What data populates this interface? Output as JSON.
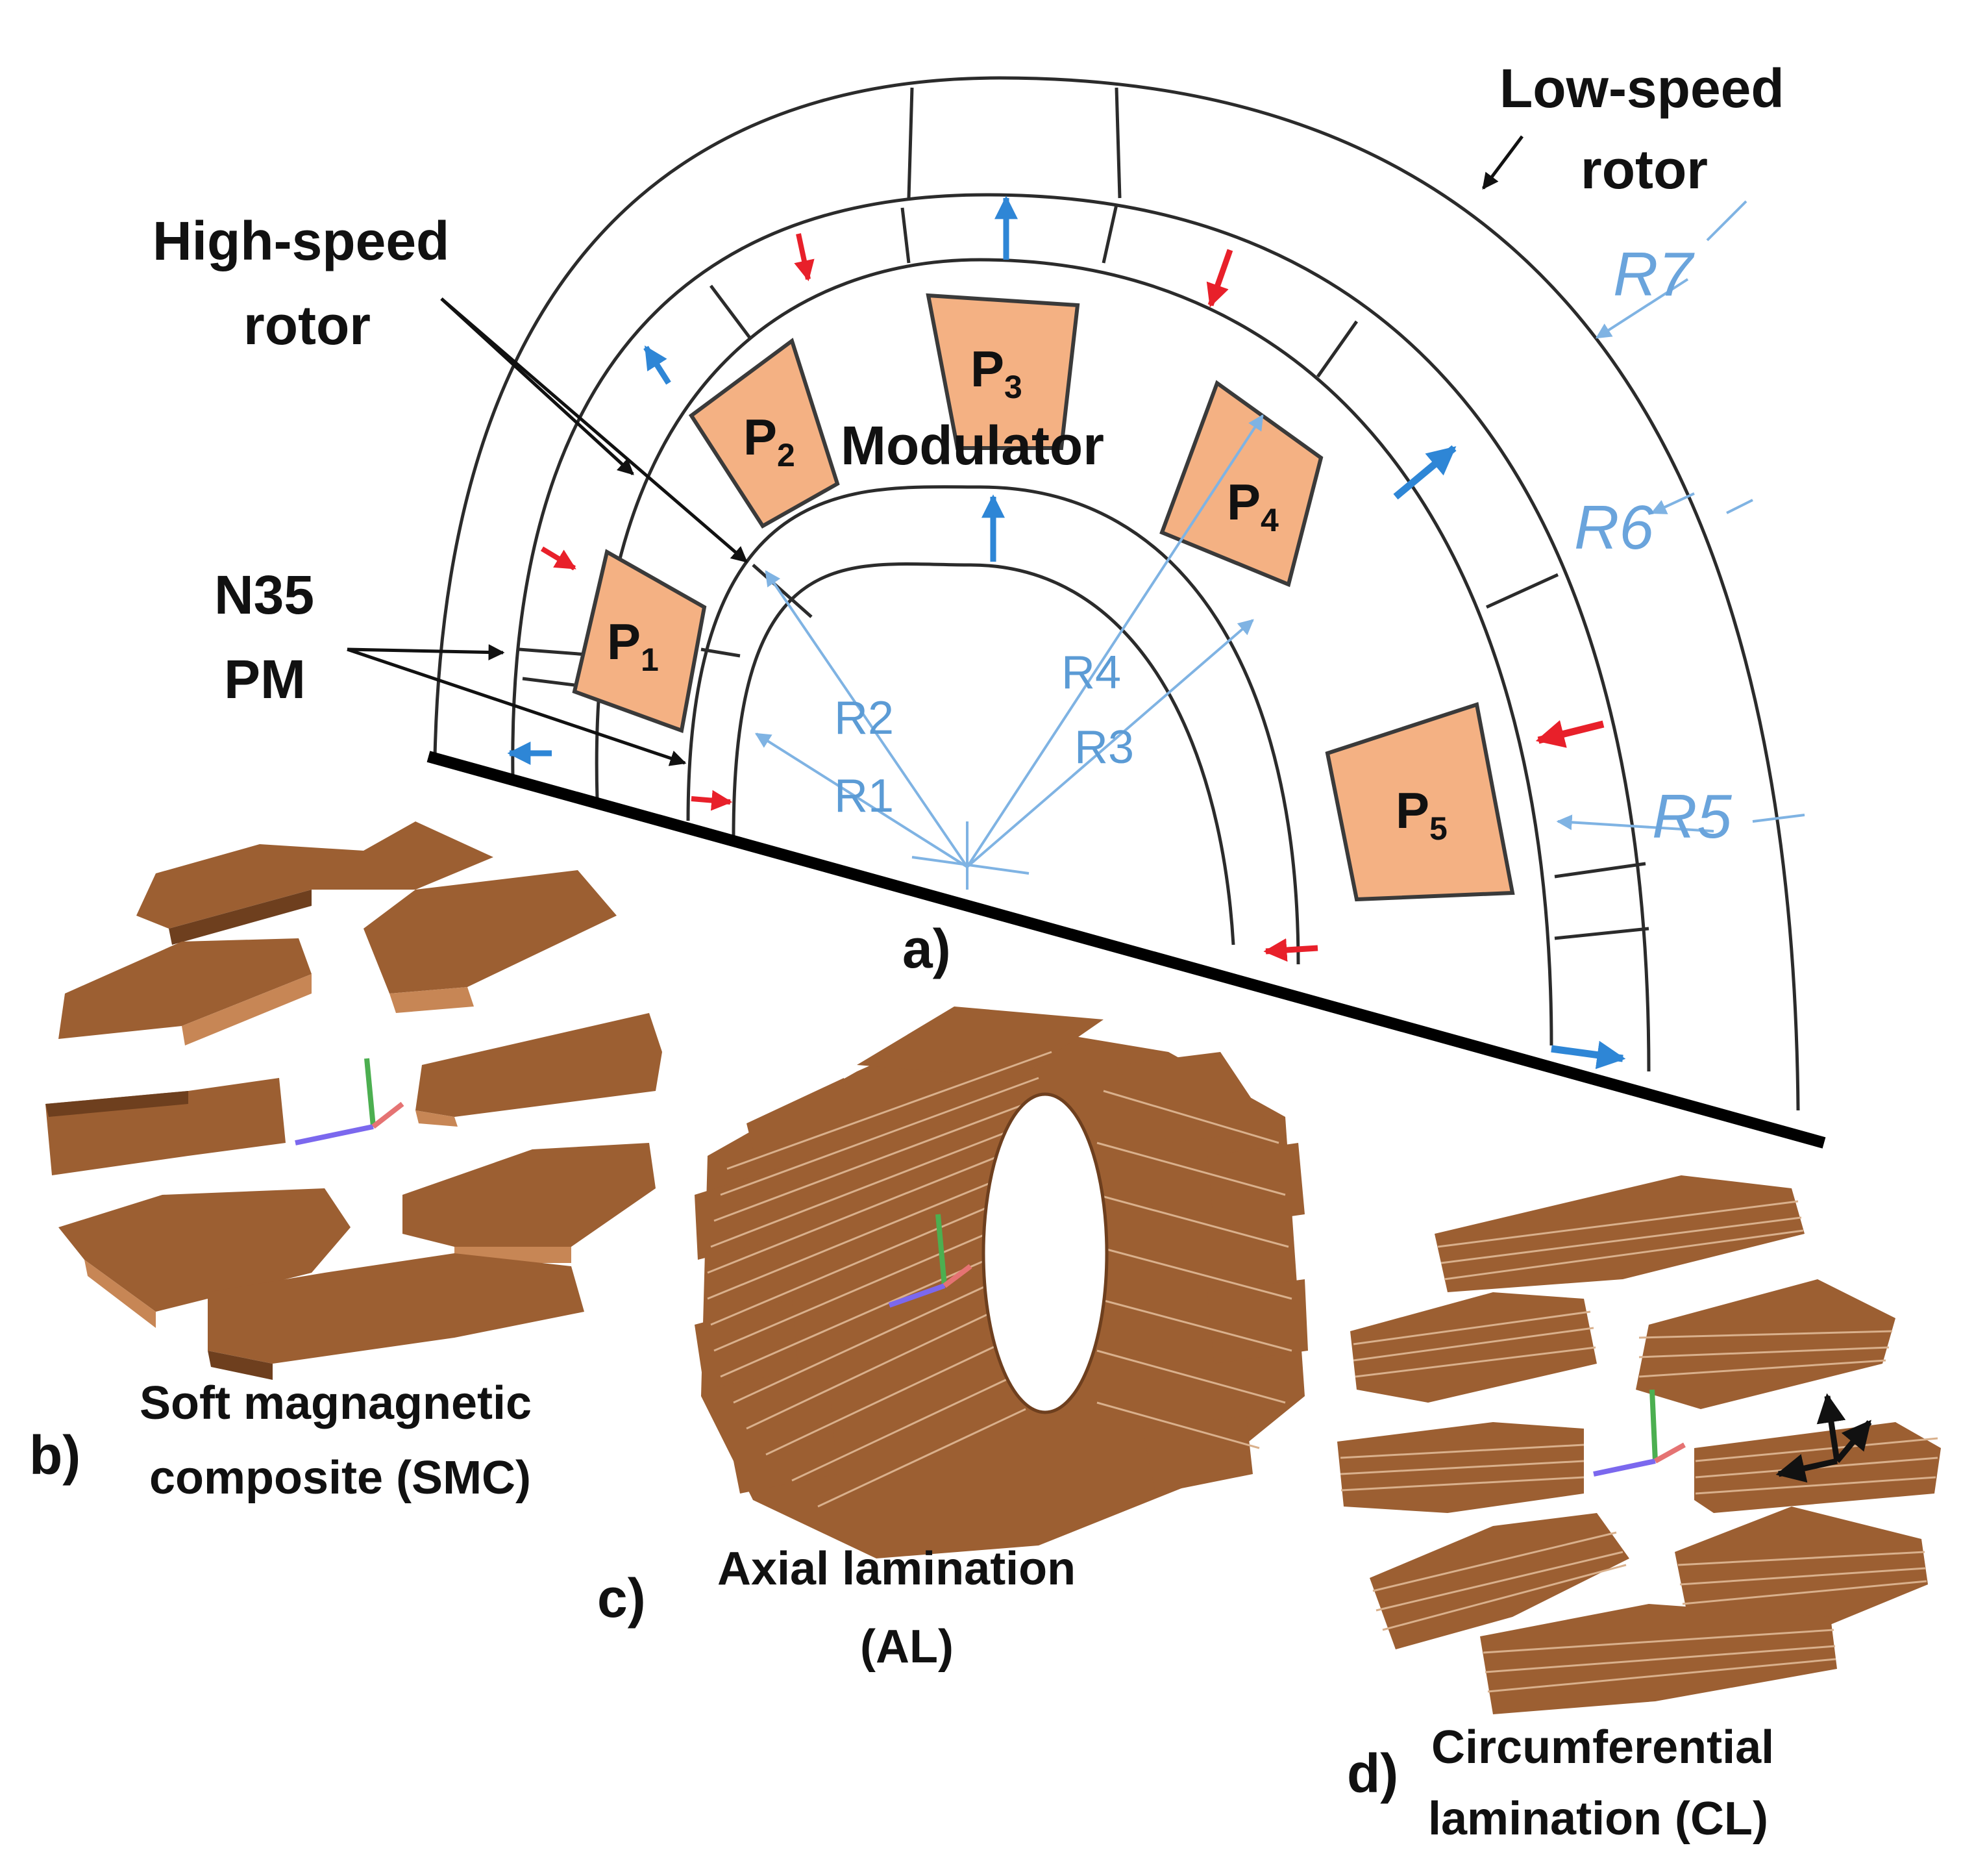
{
  "labels": {
    "low_speed_rotor_1": "Low-speed",
    "low_speed_rotor_2": "rotor",
    "high_speed_rotor_1": "High-speed",
    "high_speed_rotor_2": "rotor",
    "n35_pm_1": "N35",
    "n35_pm_2": "PM",
    "modulator": "Modulator",
    "panel_a": "a)",
    "panel_b": "b)",
    "panel_c": "c)",
    "panel_d": "d)",
    "smc_1": "Soft magnagnetic",
    "smc_2": "composite (SMC)",
    "al_1": "Axial lamination",
    "al_2": "(AL)",
    "cl_1": "Circumferential",
    "cl_2": "lamination (CL)"
  },
  "poles": [
    {
      "main": "P",
      "sub": "1"
    },
    {
      "main": "P",
      "sub": "2"
    },
    {
      "main": "P",
      "sub": "3"
    },
    {
      "main": "P",
      "sub": "4"
    },
    {
      "main": "P",
      "sub": "5"
    }
  ],
  "radii": [
    "R1",
    "R2",
    "R3",
    "R4",
    "R5",
    "R6",
    "R7"
  ],
  "colors": {
    "pole_fill": "#f4b183",
    "arrow_blue": "#2e86d6",
    "arrow_red": "#e8202a",
    "radius_blue": "#5b9bd5",
    "wood": "#9c5f32"
  }
}
